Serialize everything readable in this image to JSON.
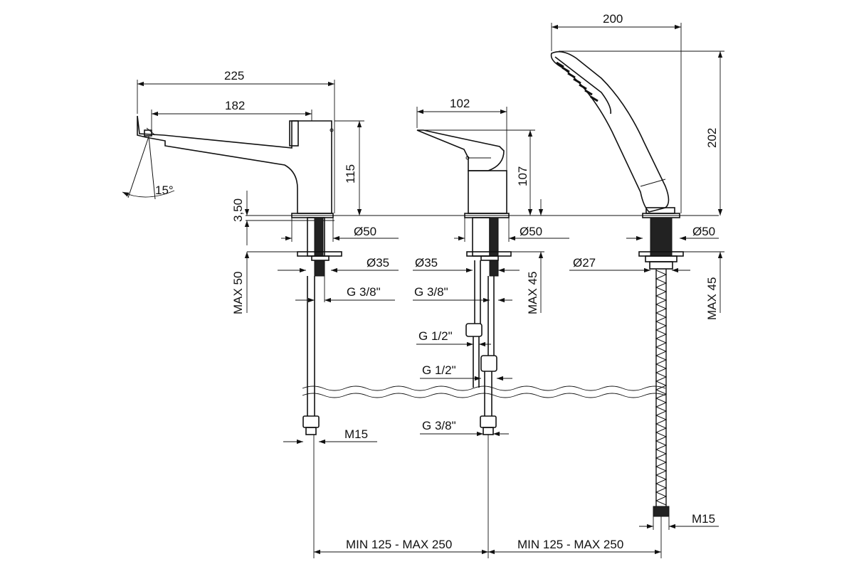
{
  "diagram": {
    "labels": {
      "spout_length": "225",
      "lever_length": "182",
      "spout_height": "115",
      "spray_angle": "15°",
      "deck_thickness": "3,50",
      "max_deck_left": "MAX 50",
      "dia50_left": "Ø50",
      "dia35_left": "Ø35",
      "thread_left": "G 3/8\"",
      "m15_left": "M15",
      "mixer_length": "102",
      "mixer_height": "107",
      "dia50_mid": "Ø50",
      "dia35_mid": "Ø35",
      "thread_mid": "G 3/8\"",
      "max_deck_mid": "MAX 45",
      "g12_a": "G 1/2\"",
      "g12_b": "G 1/2\"",
      "thread_mid_bottom": "G 3/8\"",
      "shower_width": "200",
      "shower_height": "202",
      "dia50_right": "Ø50",
      "dia27_right": "Ø27",
      "max_deck_right": "MAX 45",
      "m15_right": "M15",
      "spacing_left": "MIN 125 - MAX 250",
      "spacing_right": "MIN 125 - MAX 250"
    }
  }
}
